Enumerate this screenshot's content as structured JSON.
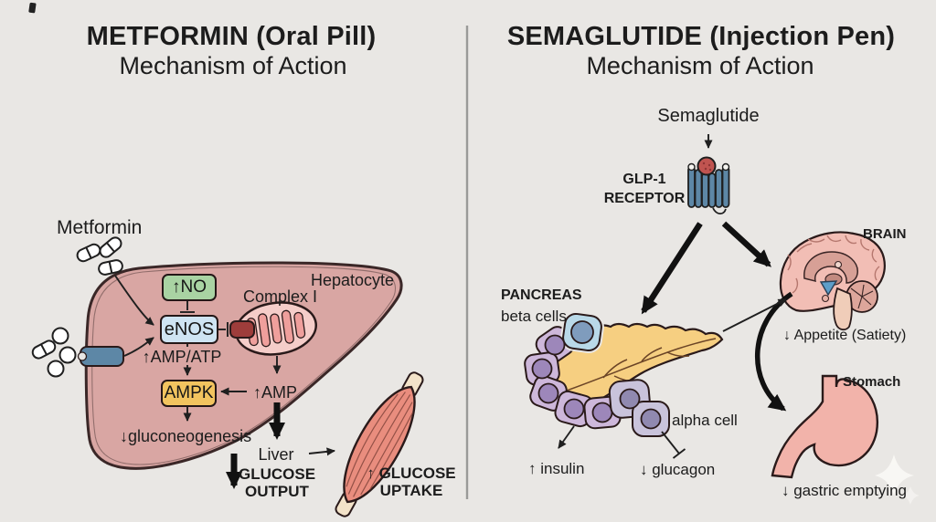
{
  "left_panel": {
    "title": "METFORMIN (Oral Pill)",
    "subtitle": "Mechanism of Action",
    "drug_label": "Metformin",
    "cell_label": "Hepatocyte",
    "no_box": "↑NO",
    "complex1_label": "Complex I",
    "enos_box": "eNOS",
    "amp_atp_label": "↑AMP/ATP",
    "ampk_box": "AMPK",
    "amp_label": "↑AMP",
    "gluconeogenesis_label": "↓gluconeogenesis",
    "liver_label": "Liver",
    "glucose_output_line1": "GLUCOSE",
    "glucose_output_line2": "OUTPUT",
    "glucose_uptake_line1": "↑ GLUCOSE",
    "glucose_uptake_line2": "UPTAKE"
  },
  "right_panel": {
    "title": "SEMAGLUTIDE (Injection Pen)",
    "subtitle": "Mechanism of Action",
    "drug_label": "Semaglutide",
    "receptor_line1": "GLP-1",
    "receptor_line2": "RECEPTOR",
    "pancreas_label": "PANCREAS",
    "beta_cells_label": "beta cells",
    "alpha_cell_label": "alpha cell",
    "insulin_label": "↑ insulin",
    "glucagon_label": "↓ glucagon",
    "brain_label": "BRAIN",
    "appetite_label": "↓ Appetite (Satiety)",
    "stomach_label": "Stomach",
    "gastric_label": "↓ gastric emptying"
  },
  "colors": {
    "background": "#e9e7e4",
    "outline": "#2a1a1a",
    "liver": "#d9a6a3",
    "mitochondria": "#f5cdc9",
    "cristae": "#ef9f9c",
    "complex1_tab": "#9e3d3b",
    "transporter_blue": "#5d87a6",
    "no_box_bg": "#a9d3a3",
    "enos_box_bg": "#cfe4f3",
    "ampk_box_bg": "#f2c45f",
    "muscle": "#e98d7e",
    "tendon": "#f3e3c9",
    "receptor_blue": "#5d87a6",
    "ligand_red": "#c05450",
    "pancreas": "#f6cf81",
    "beta_cell": "#cdb7da",
    "beta_nucleus": "#9d87ba",
    "blue_cell": "#b9d9e8",
    "blue_nucleus": "#7f9cbd",
    "alpha_cell": "#c9c3db",
    "alpha_nucleus": "#9089b0",
    "brain": "#f2beb5",
    "hypothalamus": "#5d9ec9",
    "stomach": "#f2b3aa"
  }
}
